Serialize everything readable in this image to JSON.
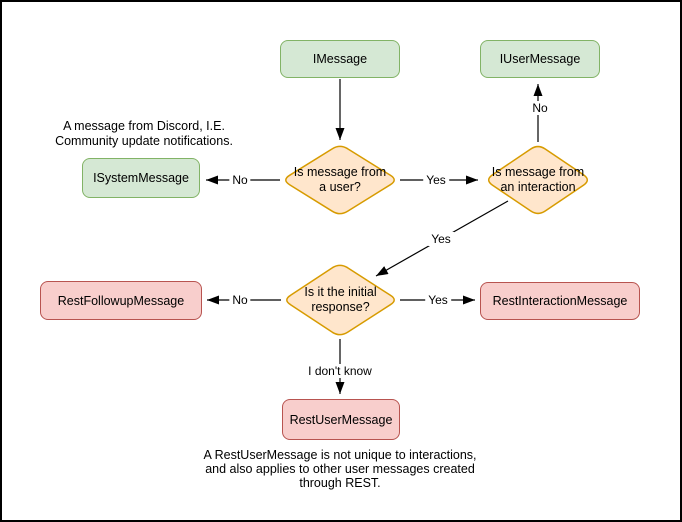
{
  "palette": {
    "background": "#ffffff",
    "text_color": "#000000",
    "edge_color": "#000000",
    "green_fill": "#d5e8d4",
    "green_stroke": "#82b366",
    "orange_fill": "#ffe6cc",
    "orange_stroke": "#d79b00",
    "red_fill": "#f8cecc",
    "red_stroke": "#b85450"
  },
  "nodes": {
    "imessage": {
      "label": "IMessage"
    },
    "iusermessage": {
      "label": "IUserMessage"
    },
    "isystemmessage": {
      "label": "ISystemMessage"
    },
    "is_from_user": {
      "lines": [
        "Is message from",
        "a user?"
      ]
    },
    "is_from_interaction": {
      "lines": [
        "Is message from",
        "an interaction"
      ]
    },
    "is_initial_response": {
      "lines": [
        "Is it the initial",
        "response?"
      ]
    },
    "restfollowupmessage": {
      "label": "RestFollowupMessage"
    },
    "restinteractionmessage": {
      "label": "RestInteractionMessage"
    },
    "restusermessage": {
      "label": "RestUserMessage"
    }
  },
  "edge_labels": {
    "from_user_no": "No",
    "from_user_yes": "Yes",
    "interaction_no": "No",
    "interaction_yes": "Yes",
    "initial_no": "No",
    "initial_yes": "Yes",
    "initial_dont_know": "I don't know"
  },
  "annotations": {
    "system_note": [
      "A message from Discord, I.E.",
      "Community update notifications."
    ],
    "rest_note": [
      "A RestUserMessage is not unique to interactions,",
      "and also applies to other user messages created",
      "through REST."
    ]
  }
}
